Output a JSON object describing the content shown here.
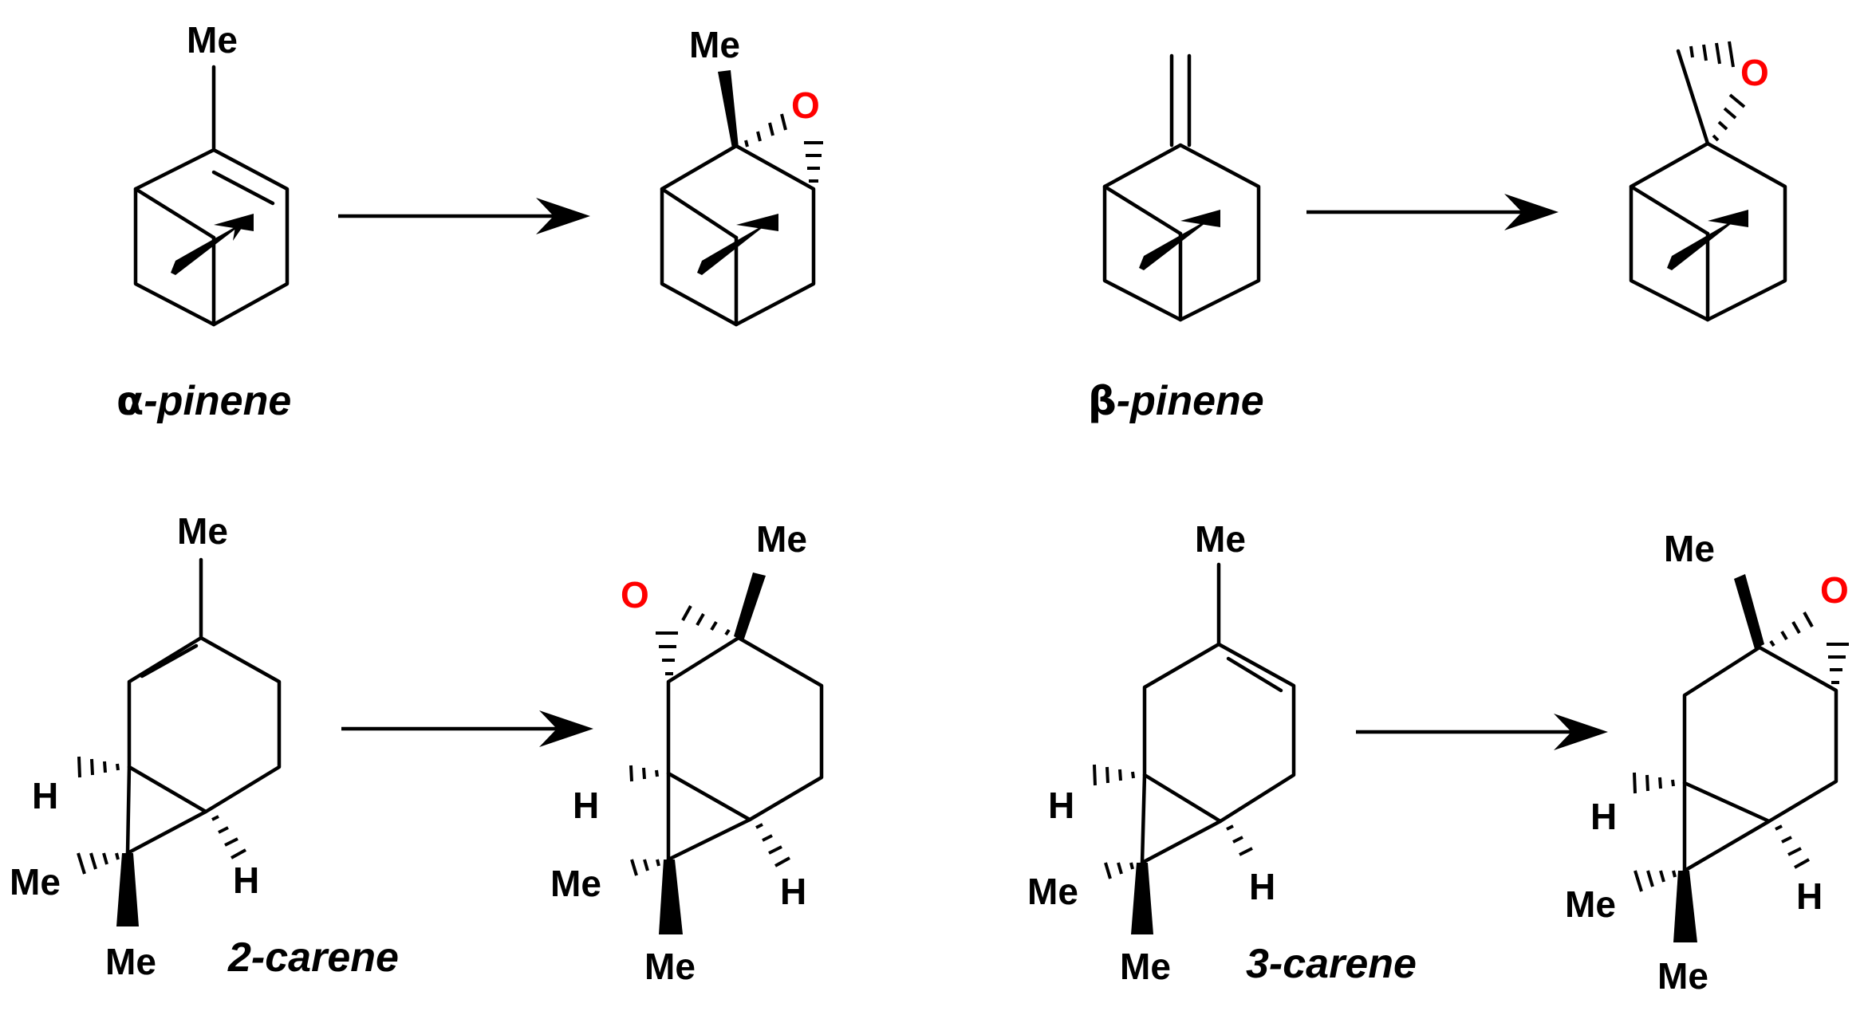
{
  "colors": {
    "oxygen": "#ff0000",
    "bond": "#000000",
    "background": "#ffffff"
  },
  "labels": {
    "me": "Me",
    "h": "H",
    "o": "O"
  },
  "names": {
    "alpha_symbol": "α",
    "alpha_rest": "-pinene",
    "beta_symbol": "β",
    "beta_rest": "-pinene",
    "two_carene": "2-carene",
    "three_carene": "3-carene"
  }
}
